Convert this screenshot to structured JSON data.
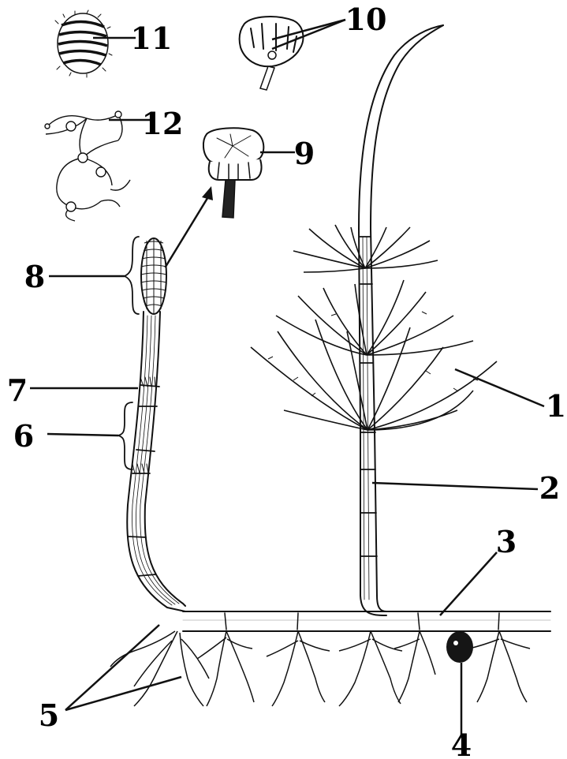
{
  "labels": {
    "l1": "1",
    "l2": "2",
    "l3": "3",
    "l4": "4",
    "l5": "5",
    "l6": "6",
    "l7": "7",
    "l8": "8",
    "l9": "9",
    "l10": "10",
    "l11": "11",
    "l12": "12"
  },
  "colors": {
    "ink": "#111111",
    "paper": "#ffffff",
    "tuber": "#151515"
  }
}
